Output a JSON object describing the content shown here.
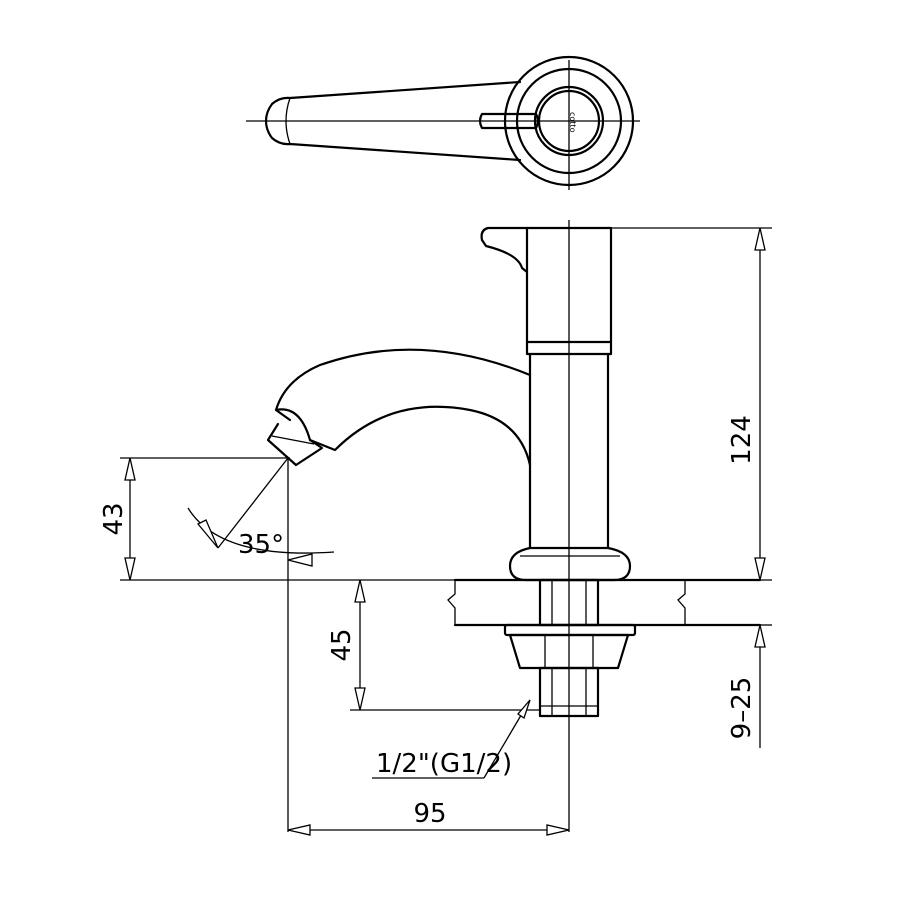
{
  "dimensions": {
    "height_total": "124",
    "spout_height": "43",
    "angle": "35°",
    "shank_length": "45",
    "thread": "1/2\"(G1/2)",
    "deck_thickness": "9–25",
    "reach": "95"
  },
  "brand_mark": "cotto",
  "colors": {
    "line": "#000000",
    "background": "#ffffff"
  }
}
